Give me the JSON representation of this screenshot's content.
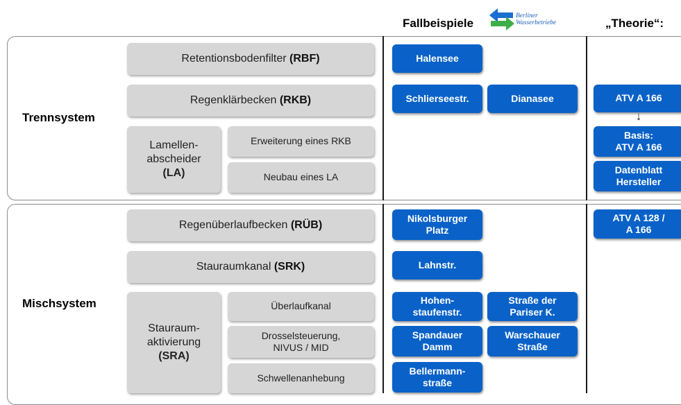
{
  "header": {
    "fallbeispiele": "Fallbeispiele",
    "logo_line1": "Berliner",
    "logo_line2": "Wasserbetriebe",
    "theorie": "„Theorie“:"
  },
  "colors": {
    "blue_box": "#0a62c8",
    "grey_box": "#d6d6d6",
    "logo_blue": "#1a6fd0",
    "logo_green": "#3fae49"
  },
  "trennsystem": {
    "label": "Trennsystem",
    "rbf": {
      "text": "Retentionsbodenfilter ",
      "abbr": "(RBF)"
    },
    "rkb": {
      "text": "Regenklärbecken ",
      "abbr": "(RKB)"
    },
    "la": {
      "line1": "Lamellen-",
      "line2": "abscheider",
      "abbr": "(LA)"
    },
    "la_sub1": "Erweiterung eines RKB",
    "la_sub2": "Neubau eines LA",
    "examples": {
      "halensee": "Halensee",
      "schlierseestr": "Schlierseestr.",
      "dianasee": "Dianasee"
    },
    "theory": {
      "atv166": "ATV A 166",
      "arrow": "↓",
      "basis": "Basis:\nATV A 166",
      "datenblatt": "Datenblatt\nHersteller"
    }
  },
  "mischsystem": {
    "label": "Mischsystem",
    "rub": {
      "text": "Regenüberlaufbecken ",
      "abbr": "(RÜB)"
    },
    "srk": {
      "text": "Stauraumkanal ",
      "abbr": "(SRK)"
    },
    "sra": {
      "line1": "Stauraum-",
      "line2": "aktivierung",
      "abbr": "(SRA)"
    },
    "sra_sub1": "Überlaufkanal",
    "sra_sub2": "Drosselsteuerung,\nNIVUS / MID",
    "sra_sub3": "Schwellenanhebung",
    "examples": {
      "nikolsburger": "Nikolsburger\nPlatz",
      "lahnstr": "Lahnstr.",
      "hohenstaufen": "Hohen-\nstaufenstr.",
      "pariser": "Straße der\nPariser K.",
      "spandauer": "Spandauer\nDamm",
      "warschauer": "Warschauer\nStraße",
      "bellermann": "Bellermann-\nstraße"
    },
    "theory": {
      "atv128": "ATV A 128 /\nA 166"
    }
  }
}
